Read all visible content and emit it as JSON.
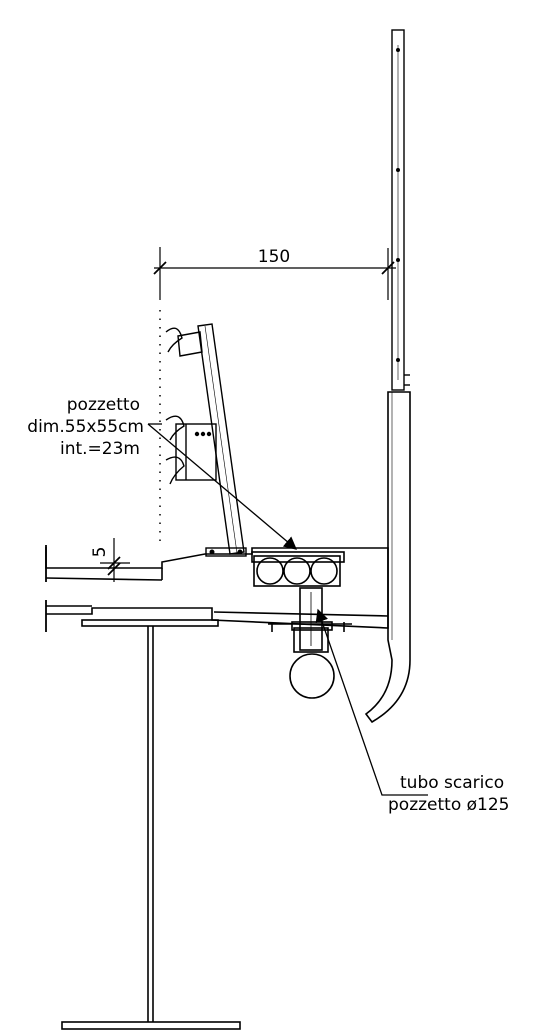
{
  "drawing": {
    "dimension_top": "150",
    "dimension_left": "5",
    "label_pozzetto": {
      "line1": "pozzetto",
      "line2": "dim.55x55cm",
      "line3": "int.=23m"
    },
    "label_tubo": {
      "line1": "tubo scarico",
      "line2": "pozzetto ø125"
    },
    "colors": {
      "line": "#000000",
      "background": "#ffffff"
    }
  }
}
